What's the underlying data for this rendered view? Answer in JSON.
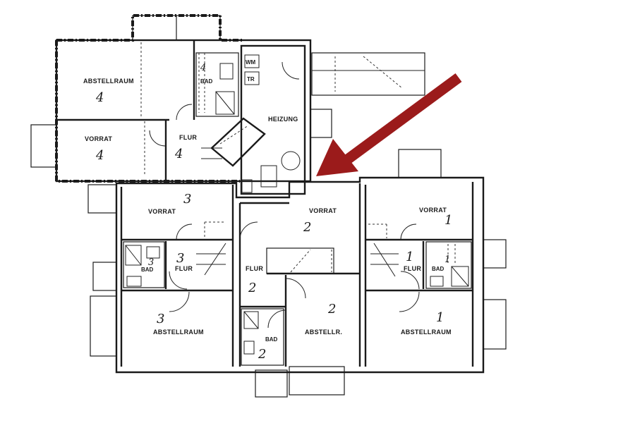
{
  "colors": {
    "arrow": "#9b1b1b",
    "ink": "#1a1a1a"
  },
  "unit4": {
    "abstellraum": "ABSTELLRAUM",
    "abstellraum_num": "4",
    "vorrat": "VORRAT",
    "vorrat_num": "4",
    "flur": "FLUR",
    "flur_num": "4",
    "bad": "BAD",
    "bad_num": "4"
  },
  "service": {
    "wm": "WM",
    "tr": "TR",
    "heizung": "HEIZUNG"
  },
  "unit3": {
    "vorrat": "VORRAT",
    "vorrat_num": "3",
    "flur": "FLUR",
    "flur_num": "3",
    "bad": "BAD",
    "bad_num": "3",
    "abstellraum": "ABSTELLRAUM",
    "abstellraum_num": "3"
  },
  "unit2": {
    "vorrat": "VORRAT",
    "vorrat_num": "2",
    "flur": "FLUR",
    "flur_num": "2",
    "abstell": "ABSTELLR.",
    "abstell_num": "2",
    "bad": "BAD",
    "bad_num": "2"
  },
  "unit1": {
    "vorrat": "VORRAT",
    "vorrat_num": "1",
    "flur": "FLUR",
    "flur_num": "1",
    "bad": "BAD",
    "bad_num": "1",
    "abstellraum": "ABSTELLRAUM",
    "abstellraum_num": "1"
  }
}
